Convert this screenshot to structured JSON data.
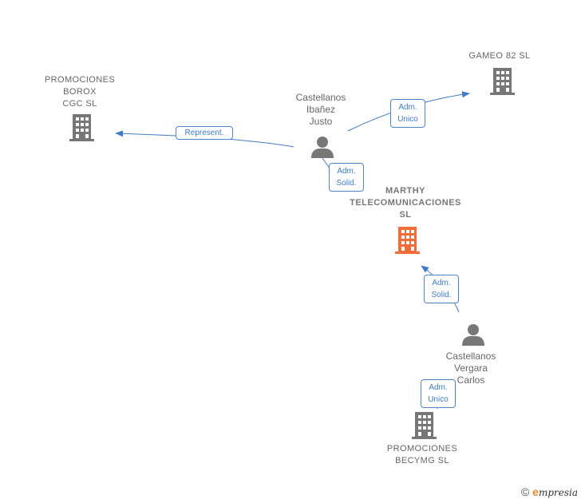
{
  "nodes": {
    "marthy": {
      "label_lines": [
        "MARTHY",
        "TELECOMUNICACIONES",
        "SL"
      ],
      "kind": "company",
      "color": "#f26b38"
    },
    "promociones_borox": {
      "label_lines": [
        "PROMOCIONES",
        "BOROX",
        "CGC SL"
      ],
      "kind": "company",
      "color": "#777777"
    },
    "gameo": {
      "label_lines": [
        "GAMEO 82  SL"
      ],
      "kind": "company",
      "color": "#777777"
    },
    "castellanos_ibanez": {
      "label_lines": [
        "Castellanos",
        "Ibañez",
        "Justo"
      ],
      "kind": "person",
      "color": "#777777"
    },
    "castellanos_vergara": {
      "label_lines": [
        "Castellanos",
        "Vergara",
        "Carlos"
      ],
      "kind": "person",
      "color": "#777777"
    },
    "promociones_becymg": {
      "label_lines": [
        "PROMOCIONES",
        "BECYMG  SL"
      ],
      "kind": "company",
      "color": "#777777"
    }
  },
  "edges": {
    "represent": {
      "lines": [
        "Represent."
      ]
    },
    "adm_unico_gameo": {
      "lines": [
        "Adm.",
        "Unico"
      ]
    },
    "adm_solid_ibanez": {
      "lines": [
        "Adm.",
        "Solid."
      ]
    },
    "adm_solid_vergara": {
      "lines": [
        "Adm.",
        "Solid."
      ]
    },
    "adm_unico_becymg": {
      "lines": [
        "Adm.",
        "Unico"
      ]
    }
  },
  "colors": {
    "edge": "#3f7bc6",
    "icon": "#777777",
    "focus": "#f26b38"
  },
  "footer": {
    "copyright": "©",
    "brand_initial": "e",
    "brand_rest": "mpresia"
  }
}
